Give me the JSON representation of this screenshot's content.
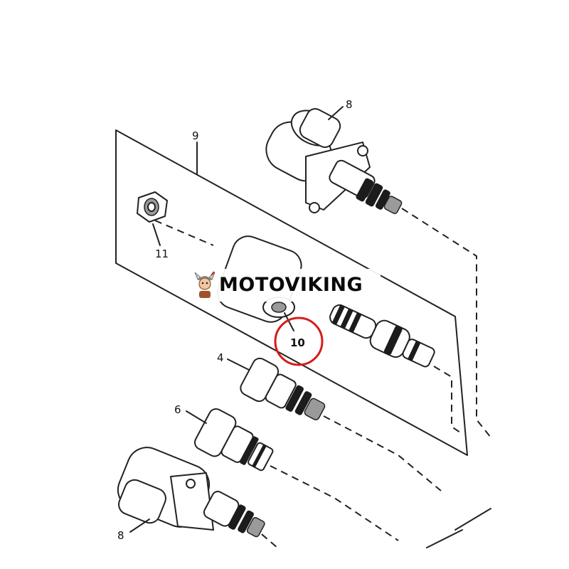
{
  "callouts": {
    "solenoid_top": "8",
    "cover_plate": "9",
    "nut": "11",
    "solenoid_highlighted": "10",
    "valve_small": "4",
    "valve_medium": "6",
    "solenoid_bottom": "8"
  },
  "highlight": {
    "target": "10",
    "color": "#d81b1b"
  },
  "watermark": {
    "brand": "MOTOVIKING",
    "logo": "viking-mascot-logo"
  }
}
